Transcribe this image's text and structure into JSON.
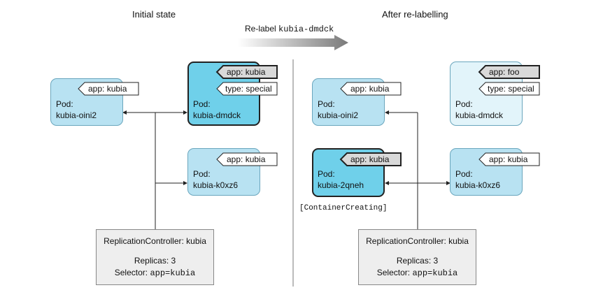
{
  "left": {
    "title": "Initial state",
    "pods": [
      {
        "label": "app: kubia",
        "pod": "Pod:",
        "name": "kubia-oini2"
      },
      {
        "label": "app: kubia",
        "label2": "type: special",
        "pod": "Pod:",
        "name": "kubia-dmdck"
      },
      {
        "label": "app: kubia",
        "pod": "Pod:",
        "name": "kubia-k0xz6"
      }
    ],
    "rc": {
      "title": "ReplicationController: kubia",
      "replicas": "Replicas: 3",
      "selector_prefix": "Selector:",
      "selector_value": "app=kubia"
    }
  },
  "center": {
    "relabel_prefix": "Re-label",
    "relabel_target": "kubia-dmdck"
  },
  "right": {
    "title": "After re-labelling",
    "pods": [
      {
        "label": "app: kubia",
        "pod": "Pod:",
        "name": "kubia-oini2"
      },
      {
        "label": "app: foo",
        "label2": "type: special",
        "pod": "Pod:",
        "name": "kubia-dmdck"
      },
      {
        "label": "app: kubia",
        "pod": "Pod:",
        "name": "kubia-2qneh"
      },
      {
        "label": "app: kubia",
        "pod": "Pod:",
        "name": "kubia-k0xz6"
      }
    ],
    "status": "[ContainerCreating]",
    "rc": {
      "title": "ReplicationController: kubia",
      "replicas": "Replicas: 3",
      "selector_prefix": "Selector:",
      "selector_value": "app=kubia"
    }
  }
}
